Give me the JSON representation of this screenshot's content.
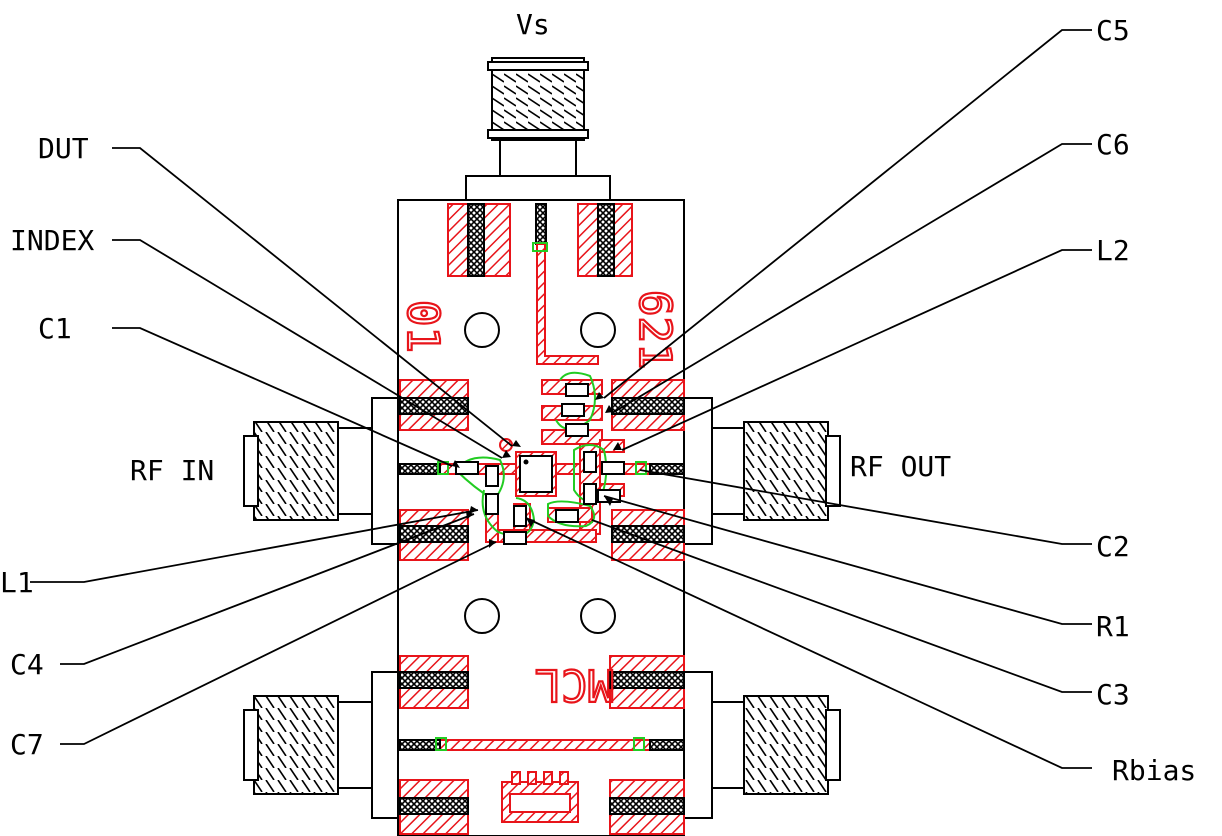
{
  "supply_label": "Vs",
  "ports": {
    "input": "RF IN",
    "output": "RF OUT"
  },
  "board_markings": {
    "left_number": "01",
    "right_number": "621",
    "maker": "MCL"
  },
  "callouts": [
    {
      "id": "C5",
      "text": "C5",
      "side": "right"
    },
    {
      "id": "C6",
      "text": "C6",
      "side": "right"
    },
    {
      "id": "L2",
      "text": "L2",
      "side": "right"
    },
    {
      "id": "C2",
      "text": "C2",
      "side": "right"
    },
    {
      "id": "R1",
      "text": "R1",
      "side": "right"
    },
    {
      "id": "C3",
      "text": "C3",
      "side": "right"
    },
    {
      "id": "Rbias",
      "text": "Rbias",
      "side": "right"
    },
    {
      "id": "DUT",
      "text": "DUT",
      "side": "left"
    },
    {
      "id": "INDEX",
      "text": "INDEX",
      "side": "left"
    },
    {
      "id": "C1",
      "text": "C1",
      "side": "left"
    },
    {
      "id": "L1",
      "text": "L1",
      "side": "left"
    },
    {
      "id": "C4",
      "text": "C4",
      "side": "left"
    },
    {
      "id": "C7",
      "text": "C7",
      "side": "left"
    }
  ],
  "colors": {
    "copper": "#e8141a",
    "solder_mask": "#22cc22",
    "outline": "#000000",
    "background": "#ffffff"
  }
}
